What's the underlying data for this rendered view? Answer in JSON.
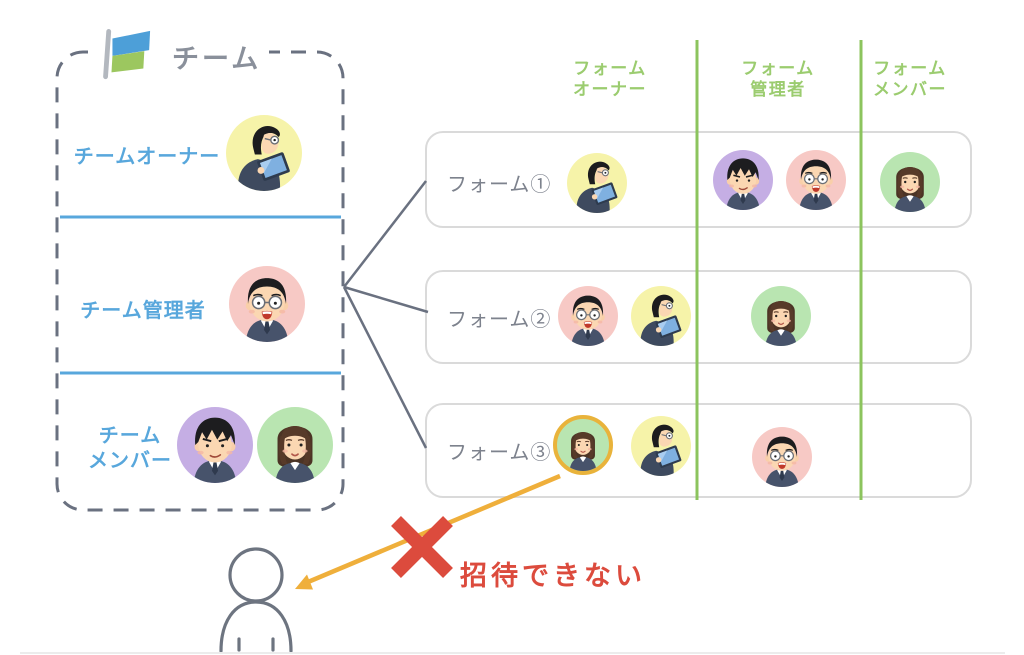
{
  "team_box": {
    "title": "チーム",
    "logo_icon": "flag-icon",
    "roles": [
      {
        "label": "チームオーナー",
        "avatars": [
          "tablet-man-icon"
        ]
      },
      {
        "label": "チーム管理者",
        "avatars": [
          "glasses-man-icon"
        ]
      },
      {
        "label_line1": "チーム",
        "label_line2": "メンバー",
        "avatars": [
          "young-man-icon",
          "woman-icon"
        ]
      }
    ]
  },
  "matrix": {
    "columns": [
      {
        "line1": "フォーム",
        "line2": "オーナー"
      },
      {
        "line1": "フォーム",
        "line2": "管理者"
      },
      {
        "line1": "フォーム",
        "line2": "メンバー"
      }
    ],
    "rows": [
      {
        "label": "フォーム①",
        "owner": [
          "tablet-man-icon"
        ],
        "admin": [
          "young-man-icon",
          "glasses-man-icon"
        ],
        "member": [
          "woman-icon"
        ]
      },
      {
        "label": "フォーム②",
        "owner": [
          "glasses-man-icon",
          "tablet-man-icon"
        ],
        "admin": [
          "woman-icon"
        ],
        "member": []
      },
      {
        "label": "フォーム③",
        "owner": [
          "woman-icon-highlighted",
          "tablet-man-icon"
        ],
        "admin": [
          "glasses-man-icon"
        ],
        "member": []
      }
    ]
  },
  "annotation": {
    "text": "招待できない",
    "cross_icon": "red-x-icon",
    "target_icon": "person-outline-icon"
  },
  "colors": {
    "accent_blue": "#58a7dc",
    "green_line": "#8cc45e",
    "green_text": "#9bcc6f",
    "gray_line": "#6a7180",
    "gray_text": "#8a909b",
    "row_label": "#7d828d",
    "row_border": "#dadada",
    "red": "#dc4b3d",
    "orange": "#efaf3b",
    "avatar_yellow": "#f6f3a9",
    "avatar_pink": "#f7c9c5",
    "avatar_purple": "#c5aee4",
    "avatar_green": "#b9e5b1"
  }
}
